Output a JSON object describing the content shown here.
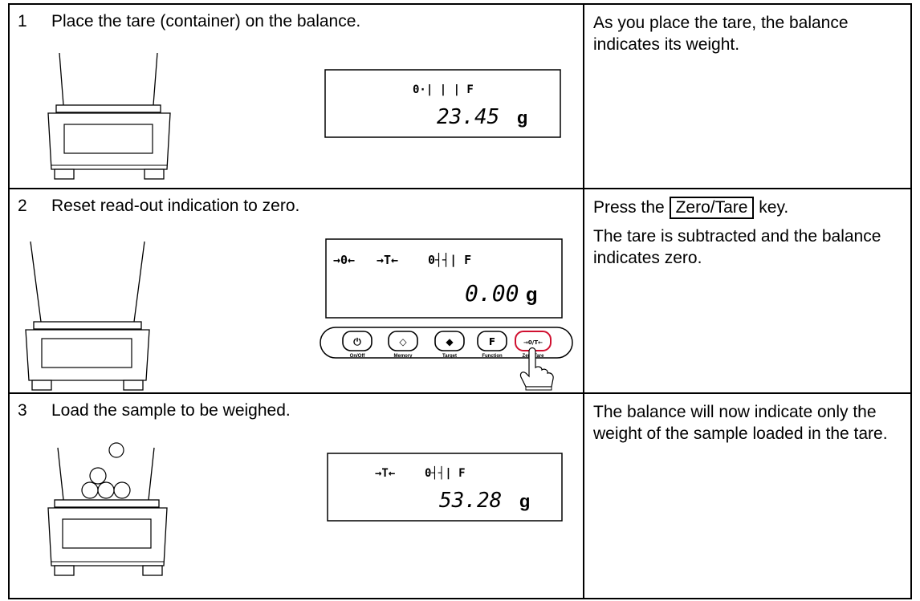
{
  "rows": [
    {
      "number": "1",
      "step": "Place the tare (container) on the balance.",
      "note": "As you place the tare, the balance indicates its weight.",
      "display": {
        "indicators": "0·| | | F",
        "reading": "23.45",
        "unit": "g"
      }
    },
    {
      "number": "2",
      "step": "Reset read-out indication to zero.",
      "note_before": "Press the",
      "key": "Zero/Tare",
      "note_after": "key.",
      "note2": "The tare is subtracted and the balance indicates zero.",
      "display": {
        "zero_indicator": "→0←",
        "tare_indicator": "→T←",
        "indicators": "0┤┤| F",
        "reading": "0.00",
        "unit": "g"
      },
      "keypad": [
        {
          "symbol": "⏻",
          "label": "On/Off"
        },
        {
          "symbol": "◇",
          "label": "Memory"
        },
        {
          "symbol": "◆",
          "label": "Target"
        },
        {
          "symbol": "F",
          "label": "Function"
        },
        {
          "symbol": "→0/T←",
          "label": "Zero/Tare"
        }
      ]
    },
    {
      "number": "3",
      "step": "Load the sample to be weighed.",
      "note": "The balance will now indicate only the weight of the sample loaded in the tare.",
      "display": {
        "tare_indicator": "→T←",
        "indicators": "0┤┤| F",
        "reading": "53.28",
        "unit": "g"
      }
    }
  ]
}
